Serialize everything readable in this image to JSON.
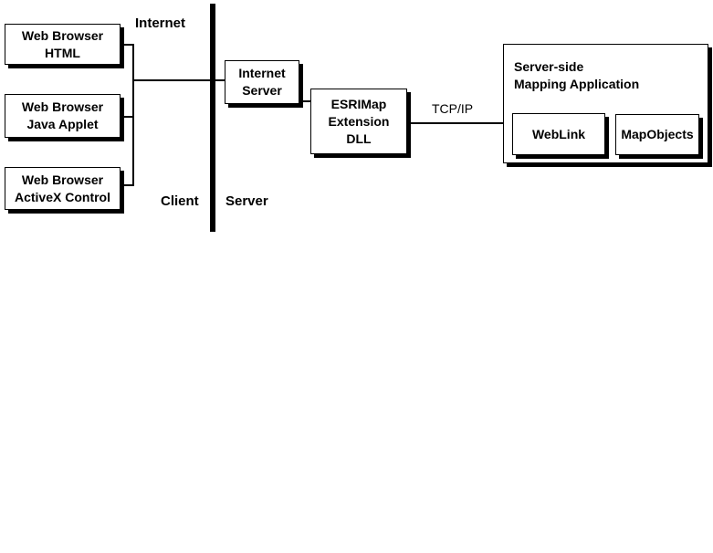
{
  "labels": {
    "internet": "Internet",
    "client": "Client",
    "server": "Server",
    "tcpip": "TCP/IP"
  },
  "clients": [
    {
      "line1": "Web Browser",
      "line2": "HTML"
    },
    {
      "line1": "Web Browser",
      "line2": "Java Applet"
    },
    {
      "line1": "Web Browser",
      "line2": "ActiveX Control"
    }
  ],
  "internet_server": {
    "line1": "Internet",
    "line2": "Server"
  },
  "esrimap": {
    "line1": "ESRIMap",
    "line2": "Extension",
    "line3": "DLL"
  },
  "app": {
    "line1": "Server-side",
    "line2": "Mapping Application",
    "weblink": "WebLink",
    "mapobjects": "MapObjects"
  }
}
